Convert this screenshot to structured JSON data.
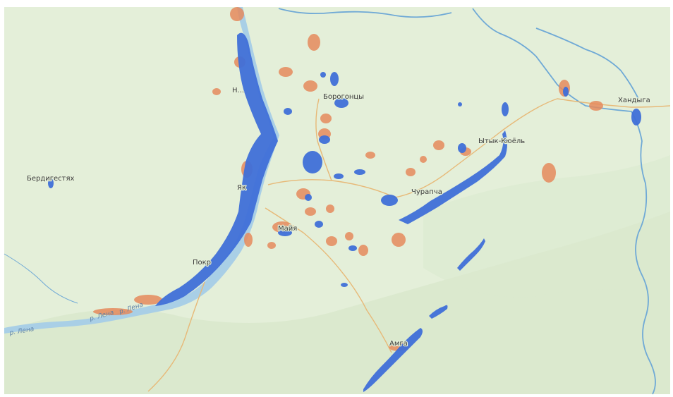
{
  "map": {
    "colors": {
      "land": "#e4efd9",
      "land_alt": "#dbe9cf",
      "forest_shade": "#d3e3c5",
      "water": "#a9cfe6",
      "river_line": "#6fa9d6",
      "road": "#e7b978",
      "coverage_primary": "#3f6fd8",
      "coverage_secondary": "#e58a5c"
    },
    "settlements": [
      {
        "id": "berdigestyakh",
        "name": "Бердигестях"
      },
      {
        "id": "nizhny-bestyakh",
        "name": "Н..."
      },
      {
        "id": "yakutsk",
        "name": "Як"
      },
      {
        "id": "pokrovsk",
        "name": "Покр"
      },
      {
        "id": "mayya",
        "name": "Майя"
      },
      {
        "id": "borogontsy",
        "name": "Борогонцы"
      },
      {
        "id": "churapcha",
        "name": "Чурапча"
      },
      {
        "id": "ytyk-kyuel",
        "name": "Ытык-Кюёль"
      },
      {
        "id": "khandyga",
        "name": "Хандыга"
      },
      {
        "id": "amga",
        "name": "Амга"
      }
    ],
    "river_labels": [
      {
        "id": "lena-west",
        "text": "р. Лена"
      },
      {
        "id": "lena-mid",
        "text": "р. Лена"
      },
      {
        "id": "lena-east",
        "text": "р. Лена"
      }
    ]
  }
}
